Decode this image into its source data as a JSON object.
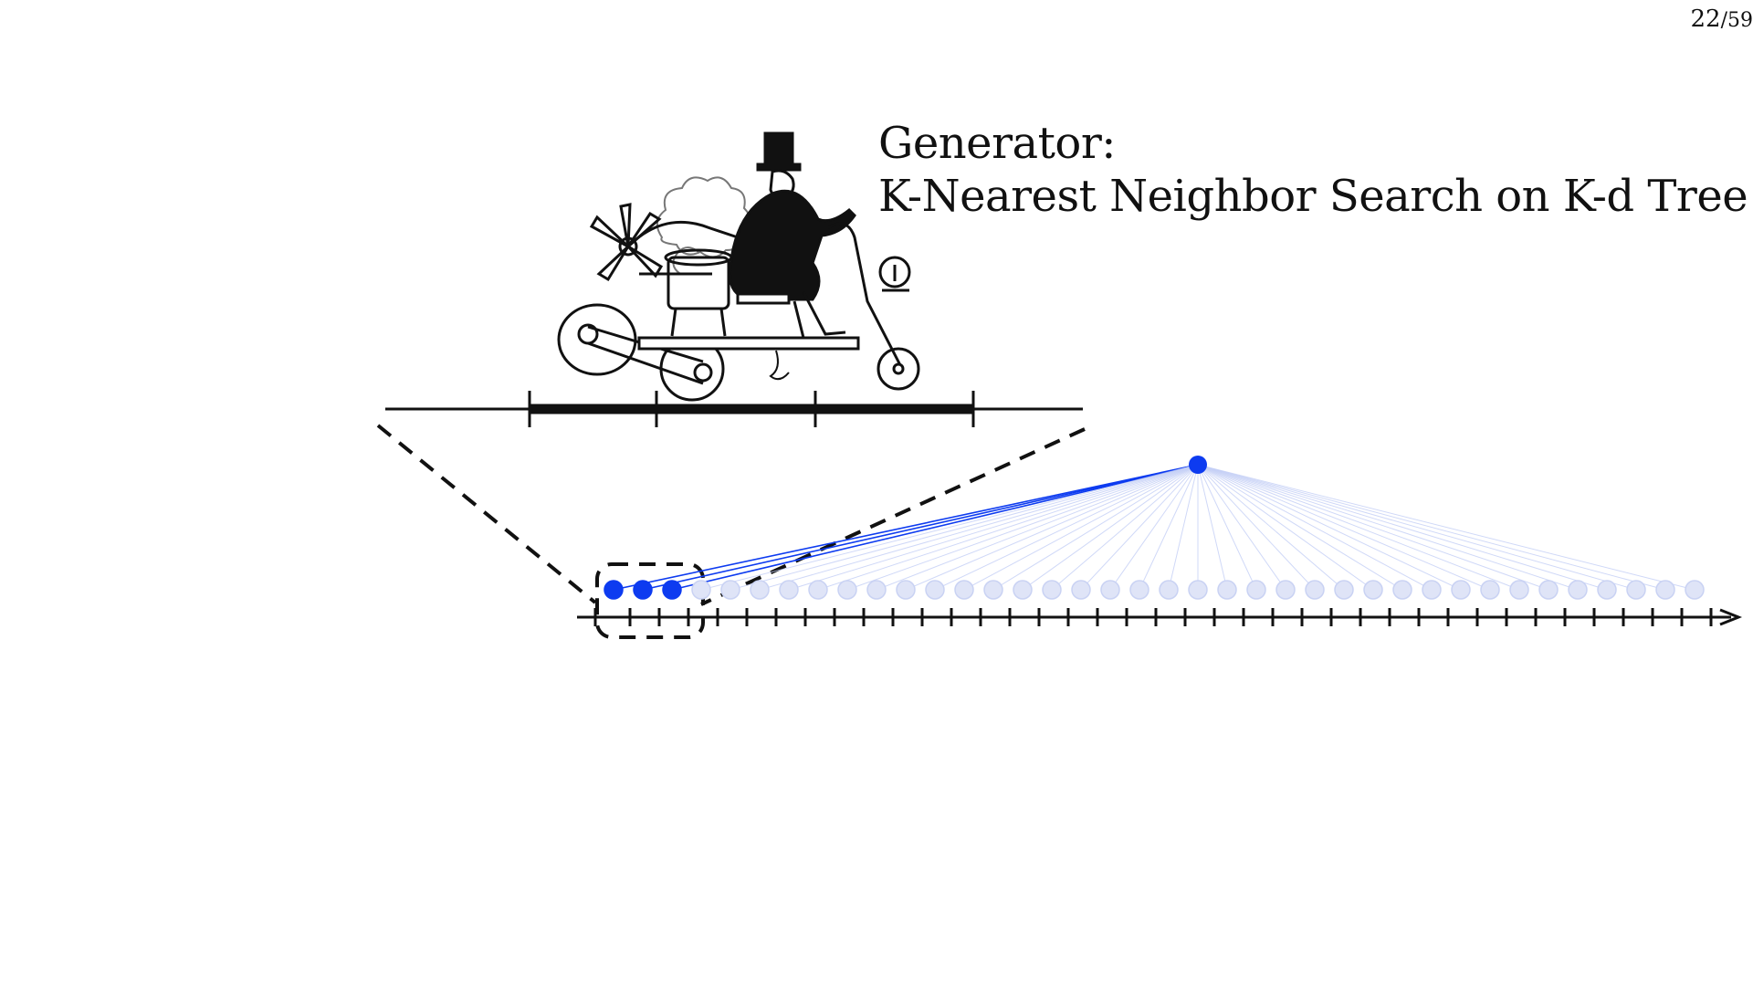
{
  "page_counter": {
    "current": "22",
    "total": "/59"
  },
  "title": {
    "line1": "Generator:",
    "line2": "K-Nearest Neighbor Search on K-d Tree"
  },
  "illustration": {
    "icon": "steam-tricycle-with-top-hat-rider-icon"
  },
  "diagram": {
    "point_count": 38,
    "selected_count": 3,
    "query_point_index": 20,
    "colors": {
      "selected": "#0d3bf0",
      "faded_point": "#dfe4f7",
      "faded_point_stroke": "#c9d2f3",
      "faded_line": "#c4cff6",
      "axis": "#111111"
    }
  }
}
